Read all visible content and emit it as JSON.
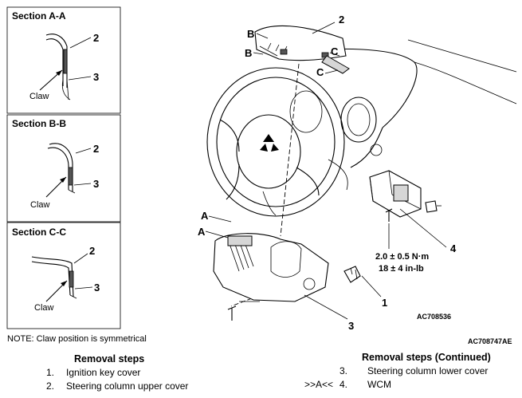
{
  "sections": [
    {
      "title": "Section A-A",
      "part_top": "2",
      "part_bottom": "3",
      "claw": "Claw"
    },
    {
      "title": "Section B-B",
      "part_top": "2",
      "part_bottom": "3",
      "claw": "Claw"
    },
    {
      "title": "Section C-C",
      "part_top": "2",
      "part_bottom": "3",
      "claw": "Claw"
    }
  ],
  "note": "NOTE: Claw position is symmetrical",
  "callouts": {
    "part_1": "1",
    "part_2": "2",
    "part_3": "3",
    "part_4": "4",
    "view_a_1": "A",
    "view_a_2": "A",
    "view_b_1": "B",
    "view_b_2": "B",
    "view_c_1": "C",
    "view_c_2": "C"
  },
  "torque": {
    "metric": "2.0 ± 0.5 N·m",
    "imperial": "18 ± 4 in-lb"
  },
  "figure_codes": {
    "inner": "AC708536",
    "outer": "AC708747AE"
  },
  "removal_steps": {
    "title": "Removal steps",
    "items": [
      {
        "prefix": "",
        "num": "1.",
        "text": "Ignition key cover"
      },
      {
        "prefix": "",
        "num": "2.",
        "text": "Steering column upper cover"
      }
    ]
  },
  "removal_steps_continued": {
    "title": "Removal steps (Continued)",
    "items": [
      {
        "prefix": "",
        "num": "3.",
        "text": "Steering column lower cover"
      },
      {
        "prefix": ">>A<<",
        "num": "4.",
        "text": "WCM"
      }
    ]
  }
}
